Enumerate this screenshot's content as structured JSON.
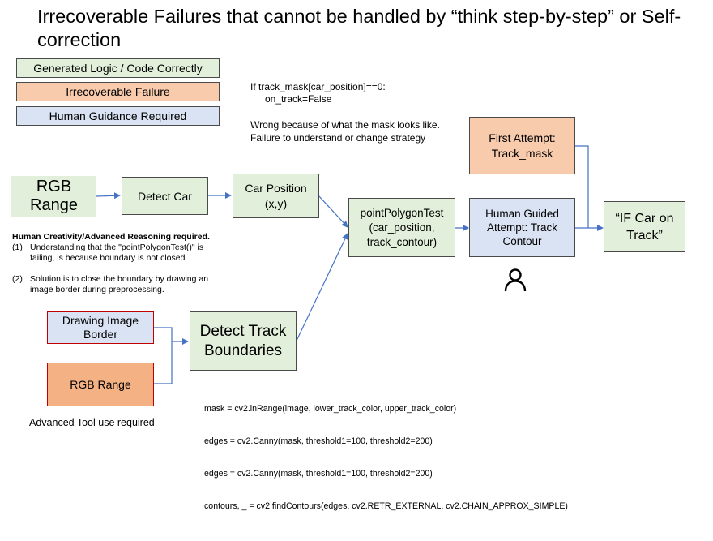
{
  "title": "Irrecoverable Failures that cannot be handled by “think step-by-step” or Self-correction",
  "legend": {
    "generated": "Generated Logic / Code Correctly",
    "failure": "Irrecoverable Failure",
    "guidance": "Human Guidance Required"
  },
  "snippet": {
    "line1": "If track_mask[car_position]==0:",
    "line2": "on_track=False"
  },
  "wrong_note": {
    "line1": "Wrong because of what the mask looks like.",
    "line2": "Failure to understand or change strategy"
  },
  "nodes": {
    "rgb_range_top": "RGB Range",
    "detect_car": "Detect Car",
    "car_position": "Car Position (x,y)",
    "point_polygon": "pointPolygonTest (car_position, track_contour)",
    "first_attempt": "First Attempt: Track_mask",
    "human_guided": "Human Guided Attempt: Track Contour",
    "if_car": "“IF Car on Track”",
    "drawing_border": "Drawing Image Border",
    "rgb_range_bottom": "RGB Range",
    "detect_track": "Detect Track Boundaries"
  },
  "reasoning": {
    "heading": "Human Creativity/Advanced Reasoning required.",
    "item1_num": "(1)",
    "item1_line1": "Understanding that the \"pointPolygonTest()\" is",
    "item1_line2": "failing, is because boundary is not closed.",
    "item2_num": "(2)",
    "item2_line1": "Solution is to close the boundary by drawing an",
    "item2_line2": "image border during preprocessing."
  },
  "tool_note": "Advanced Tool use required",
  "code": {
    "line1": "mask = cv2.inRange(image, lower_track_color, upper_track_color)",
    "line2": "edges = cv2.Canny(mask, threshold1=100, threshold2=200)",
    "line3": "edges = cv2.Canny(mask, threshold1=100, threshold2=200)",
    "line4": "contours, _ = cv2.findContours(edges, cv2.RETR_EXTERNAL, cv2.CHAIN_APPROX_SIMPLE)"
  },
  "icons": {
    "person": "person-icon"
  },
  "colors": {
    "green": "#e2efda",
    "orange": "#f8cbad",
    "blue": "#dae3f3",
    "arrow": "#4472c4",
    "red_border": "#c00000"
  }
}
